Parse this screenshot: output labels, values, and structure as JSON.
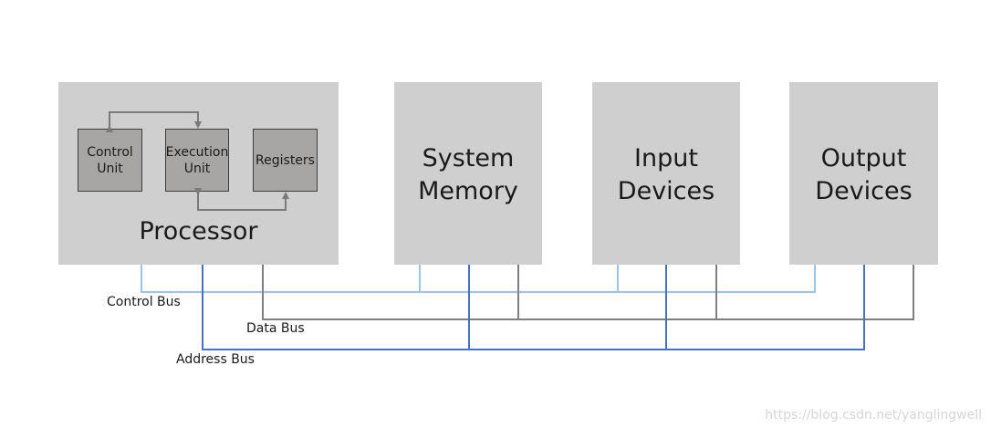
{
  "processor": {
    "label": "Processor",
    "units": {
      "control": [
        "Control",
        "Unit"
      ],
      "execution": [
        "Execution",
        "Unit"
      ],
      "registers": "Registers"
    }
  },
  "memory": {
    "line1": "System",
    "line2": "Memory"
  },
  "input": {
    "line1": "Input",
    "line2": "Devices"
  },
  "output": {
    "line1": "Output",
    "line2": "Devices"
  },
  "buses": {
    "control": {
      "label": "Control Bus",
      "color": "#9dc3e6"
    },
    "data": {
      "label": "Data Bus",
      "color": "#7f7f7f"
    },
    "address": {
      "label": "Address Bus",
      "color": "#4472c4"
    }
  },
  "watermark": "https://blog.csdn.net/yanglingwell"
}
